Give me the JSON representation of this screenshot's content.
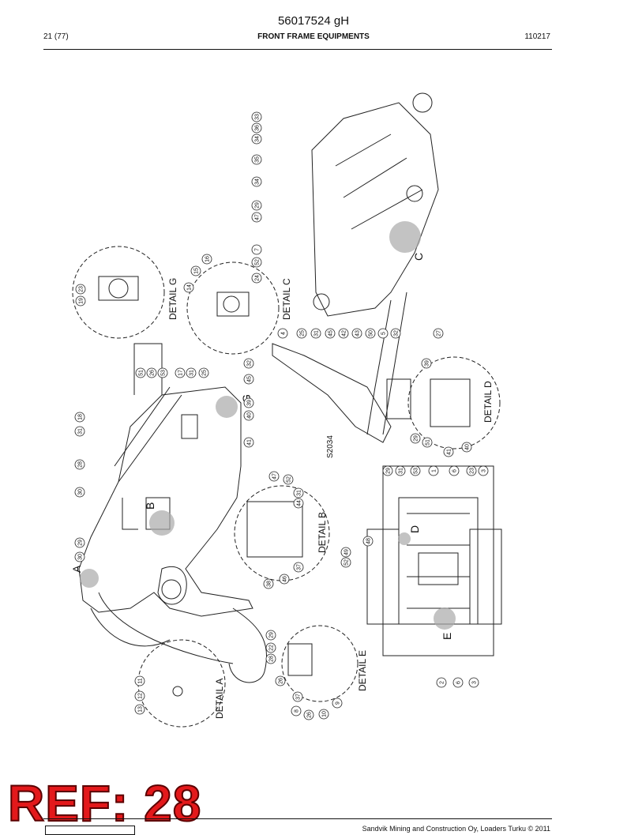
{
  "header": {
    "doc_number": "56017524 gH",
    "page": "21 (77)",
    "section_title": "FRONT FRAME EQUIPMENTS",
    "date_code": "110217"
  },
  "drawing": {
    "code": "S2034",
    "detail_letters": [
      "A",
      "B",
      "C",
      "D",
      "E",
      "G"
    ],
    "detail_captions": [
      "DETAIL A",
      "DETAIL B",
      "DETAIL C",
      "DETAIL D",
      "DETAIL E",
      "DETAIL G"
    ],
    "balloons": [
      "33",
      "36",
      "34",
      "35",
      "34",
      "29",
      "47",
      "7",
      "52",
      "24",
      "4",
      "25",
      "31",
      "45",
      "42",
      "43",
      "50",
      "5",
      "32",
      "27",
      "16",
      "15",
      "14",
      "19",
      "23",
      "51",
      "26",
      "53",
      "17",
      "31",
      "25",
      "18",
      "31",
      "28",
      "30",
      "29",
      "30",
      "32",
      "45",
      "39",
      "40",
      "41",
      "47",
      "52",
      "44",
      "31",
      "48",
      "49",
      "52",
      "37",
      "46",
      "38",
      "39",
      "29",
      "51",
      "41",
      "40",
      "29",
      "31",
      "53",
      "1",
      "6",
      "23",
      "3",
      "11",
      "12",
      "13",
      "26",
      "37",
      "8",
      "26",
      "10",
      "9",
      "29",
      "22",
      "28",
      "2",
      "6",
      "3"
    ]
  },
  "stamp": {
    "text": "REF: 28"
  },
  "footer": {
    "text": "Sandvik Mining and Construction Oy, Loaders Turku © 2011"
  }
}
